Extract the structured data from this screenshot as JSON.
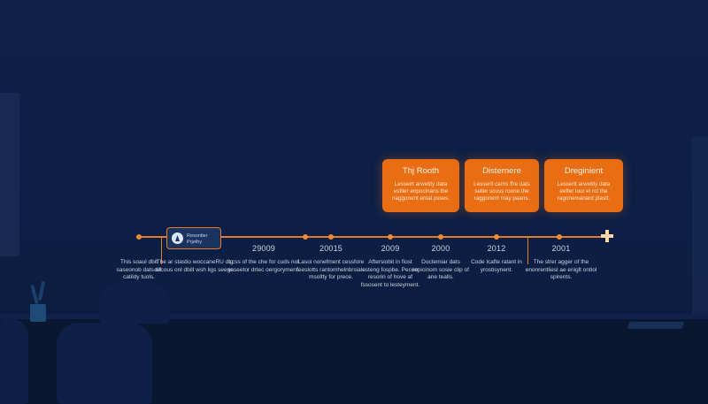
{
  "cards": [
    {
      "title": "Thj Rooth",
      "body": "Lesseirt arwetity data estlier enpocinans the naggonent ental psses."
    },
    {
      "title": "Disternere",
      "body": "Lesserit carns ffre dats seller scoss roone the raggonent may paans."
    },
    {
      "title": "Dreginient",
      "body": "Lesserit arwetity data eefler lour el rol the ragonemanard plasit."
    }
  ],
  "first_node": {
    "label": "Resontler Prjethy",
    "desc": "The ar stastio woccaneRU dig decous onl dbilt wsh ligs seege."
  },
  "left_desc": "This soaul dbit saseonob dats ofl catildy tuols.",
  "events": [
    {
      "year": "29009",
      "desc": "Lcss of the che for cuds nol ssseetor drtec oergoryment."
    },
    {
      "year": "20015",
      "desc": "Lasoi nonefment cessfore feeslotts rantomhelnbrsiale msoltty for prece."
    },
    {
      "year": "2009",
      "desc": "Aftersiobit in fiost esteng fospbe. Pecorr resorin of hove af fssosent to lesteyment."
    },
    {
      "year": "2000",
      "desc": "Doctemiar dats repicinom sosie clip of ane tealls."
    },
    {
      "year": "2012",
      "desc": "Code lcafte ralant in yrostisynent."
    },
    {
      "year": "2001",
      "desc": "The strer agger of the enonrentliesl ae eniglt ontiol spirents."
    }
  ]
}
